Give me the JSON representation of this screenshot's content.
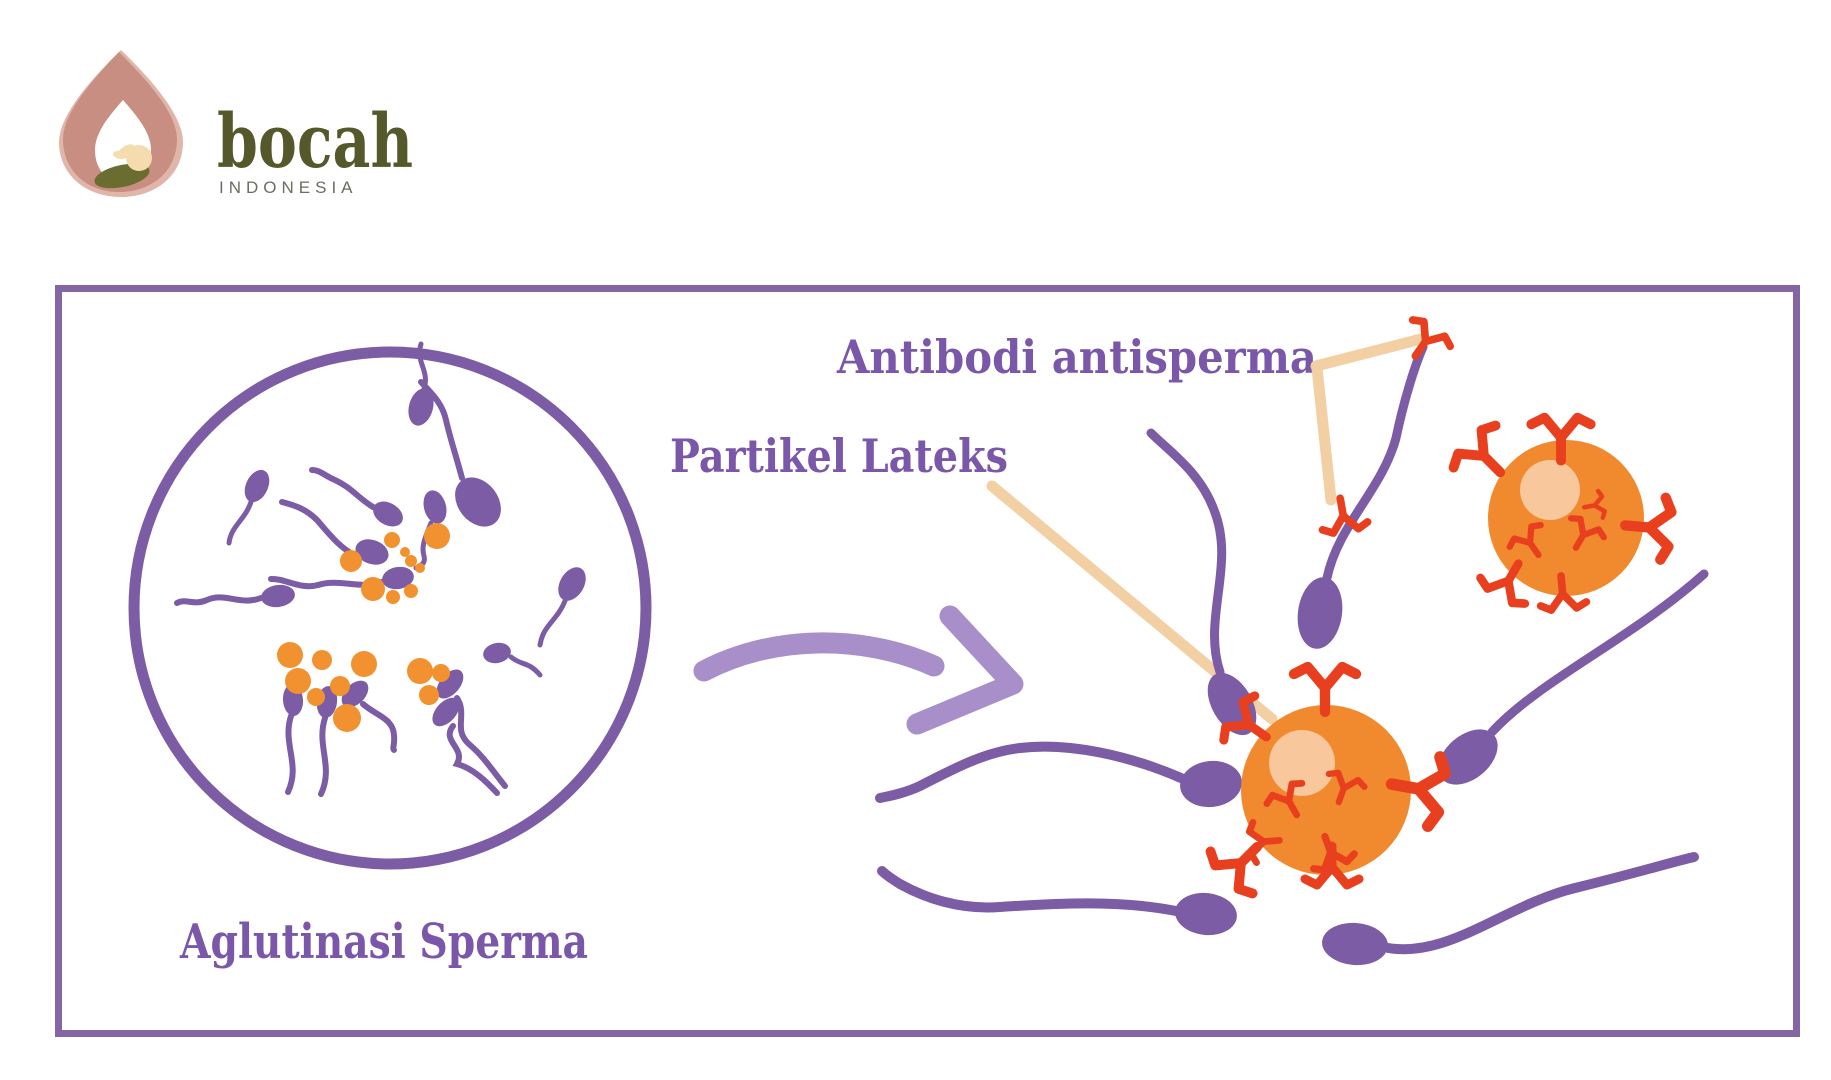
{
  "logo": {
    "brand": "bocah",
    "country": "INDONESIA",
    "egg_icon": "egg-with-leaf-and-seed",
    "colors": {
      "egg_light": "#e0b5aa",
      "egg_dark": "#c98e82",
      "leaf": "#6a6c30",
      "seed": "#f4dcae",
      "brand_text": "#54582a",
      "country_text": "#6b6e5f"
    }
  },
  "diagram": {
    "circle_label": "Aglutinasi Sperma",
    "labels": {
      "antibody": "Antibodi antisperma",
      "latex": "Partikel Lateks"
    },
    "colors": {
      "panel_border": "#8566a4",
      "microscope_circle": "#7b5ca5",
      "sperm": "#7b5ca5",
      "label_text": "#7a57a8",
      "arrow": "#a88fc9",
      "latex_particle": "#f18a2e",
      "latex_highlight": "#f8c79c",
      "antibody_red": "#e8401f",
      "pointer_line": "#f3cfa4",
      "agglutination_dots": "#f2912f"
    },
    "icons": [
      "sperm-icon",
      "latex-particle-icon",
      "antibody-y-icon",
      "brush-arrow-icon",
      "microscope-circle-icon",
      "egg-logo-icon"
    ]
  }
}
